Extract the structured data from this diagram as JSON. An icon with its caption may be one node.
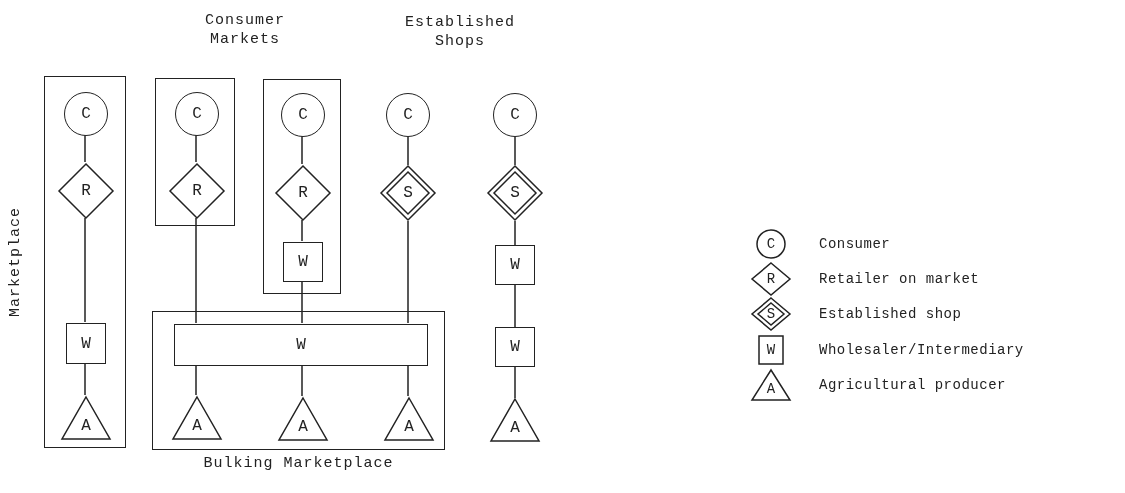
{
  "diagram": {
    "nodes": [
      {
        "text": [
          "Marketplace"
        ]
      },
      {
        "text": [
          "C"
        ],
        "in": 0
      },
      {
        "text": [
          "R"
        ],
        "in": 0
      },
      {
        "text": [
          "W"
        ],
        "in": 0
      },
      {
        "text": [
          "A"
        ],
        "in": 0
      },
      {
        "text": [],
        "shape": "box"
      },
      {
        "text": [
          "C"
        ],
        "in": 5
      },
      {
        "text": [
          "R"
        ],
        "in": 5
      },
      {
        "text": [],
        "shape": "box"
      },
      {
        "text": [
          "C"
        ],
        "in": 8
      },
      {
        "text": [
          "R"
        ],
        "in": 8
      },
      {
        "text": [
          "W"
        ],
        "in": 8
      },
      {
        "text": [
          "C"
        ]
      },
      {
        "text": [
          "S"
        ]
      },
      {
        "text": [
          "C"
        ]
      },
      {
        "text": [
          "S"
        ]
      },
      {
        "text": [
          "W"
        ]
      },
      {
        "text": [
          "W"
        ]
      },
      {
        "text": [
          "Bulking Marketplace"
        ]
      },
      {
        "text": [
          "W"
        ],
        "in": 18
      },
      {
        "text": [
          "A"
        ],
        "in": 18
      },
      {
        "text": [
          "A"
        ],
        "in": 18
      },
      {
        "text": [
          "A"
        ],
        "in": 18
      },
      {
        "text": [
          "A"
        ]
      }
    ],
    "edges": [
      {
        "from": 1,
        "to": 2,
        "arrow": "none"
      },
      {
        "from": 2,
        "to": 3,
        "arrow": "none"
      },
      {
        "from": 3,
        "to": 4,
        "arrow": "none"
      },
      {
        "from": 6,
        "to": 7,
        "arrow": "none"
      },
      {
        "from": 7,
        "to": 19,
        "arrow": "none"
      },
      {
        "from": 9,
        "to": 10,
        "arrow": "none"
      },
      {
        "from": 10,
        "to": 11,
        "arrow": "none"
      },
      {
        "from": 11,
        "to": 19,
        "arrow": "none"
      },
      {
        "from": 12,
        "to": 13,
        "arrow": "none"
      },
      {
        "from": 13,
        "to": 19,
        "arrow": "none"
      },
      {
        "from": 19,
        "to": 20,
        "arrow": "none"
      },
      {
        "from": 19,
        "to": 21,
        "arrow": "none"
      },
      {
        "from": 19,
        "to": 22,
        "arrow": "none"
      },
      {
        "from": 14,
        "to": 15,
        "arrow": "none"
      },
      {
        "from": 15,
        "to": 16,
        "arrow": "none"
      },
      {
        "from": 16,
        "to": 17,
        "arrow": "none"
      },
      {
        "from": 17,
        "to": 23,
        "arrow": "none"
      }
    ],
    "labels": [
      "Consumer Markets",
      "Established Shops",
      "C",
      "R",
      "S",
      "W",
      "A"
    ],
    "legend": [
      {
        "text": "Consumer"
      },
      {
        "text": "Retailer on market"
      },
      {
        "text": "Established shop"
      },
      {
        "text": "Wholesaler/Intermediary"
      },
      {
        "text": "Agricultural producer"
      }
    ]
  }
}
